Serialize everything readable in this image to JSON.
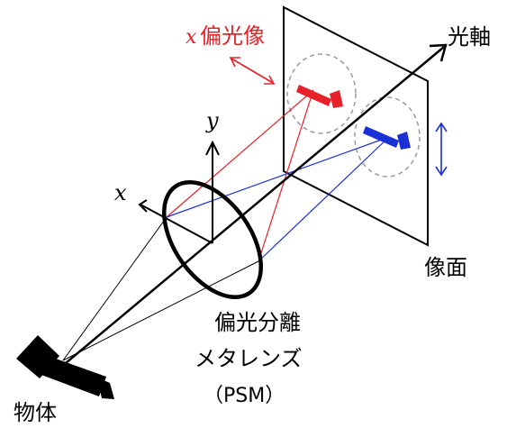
{
  "labels": {
    "x_polar_prefix": "x",
    "x_polar_suffix": "偏光像",
    "optical_axis": "光軸",
    "axis_y": "y",
    "axis_x": "x",
    "image_plane": "像面",
    "metalens_line1": "偏光分離",
    "metalens_line2": "メタレンズ",
    "metalens_line3": "（PSM）",
    "object": "物体"
  },
  "colors": {
    "red_ray": "#e8202a",
    "blue_ray": "#1b2fd6",
    "black": "#000000",
    "dashed_circle": "#9a9a9a"
  }
}
